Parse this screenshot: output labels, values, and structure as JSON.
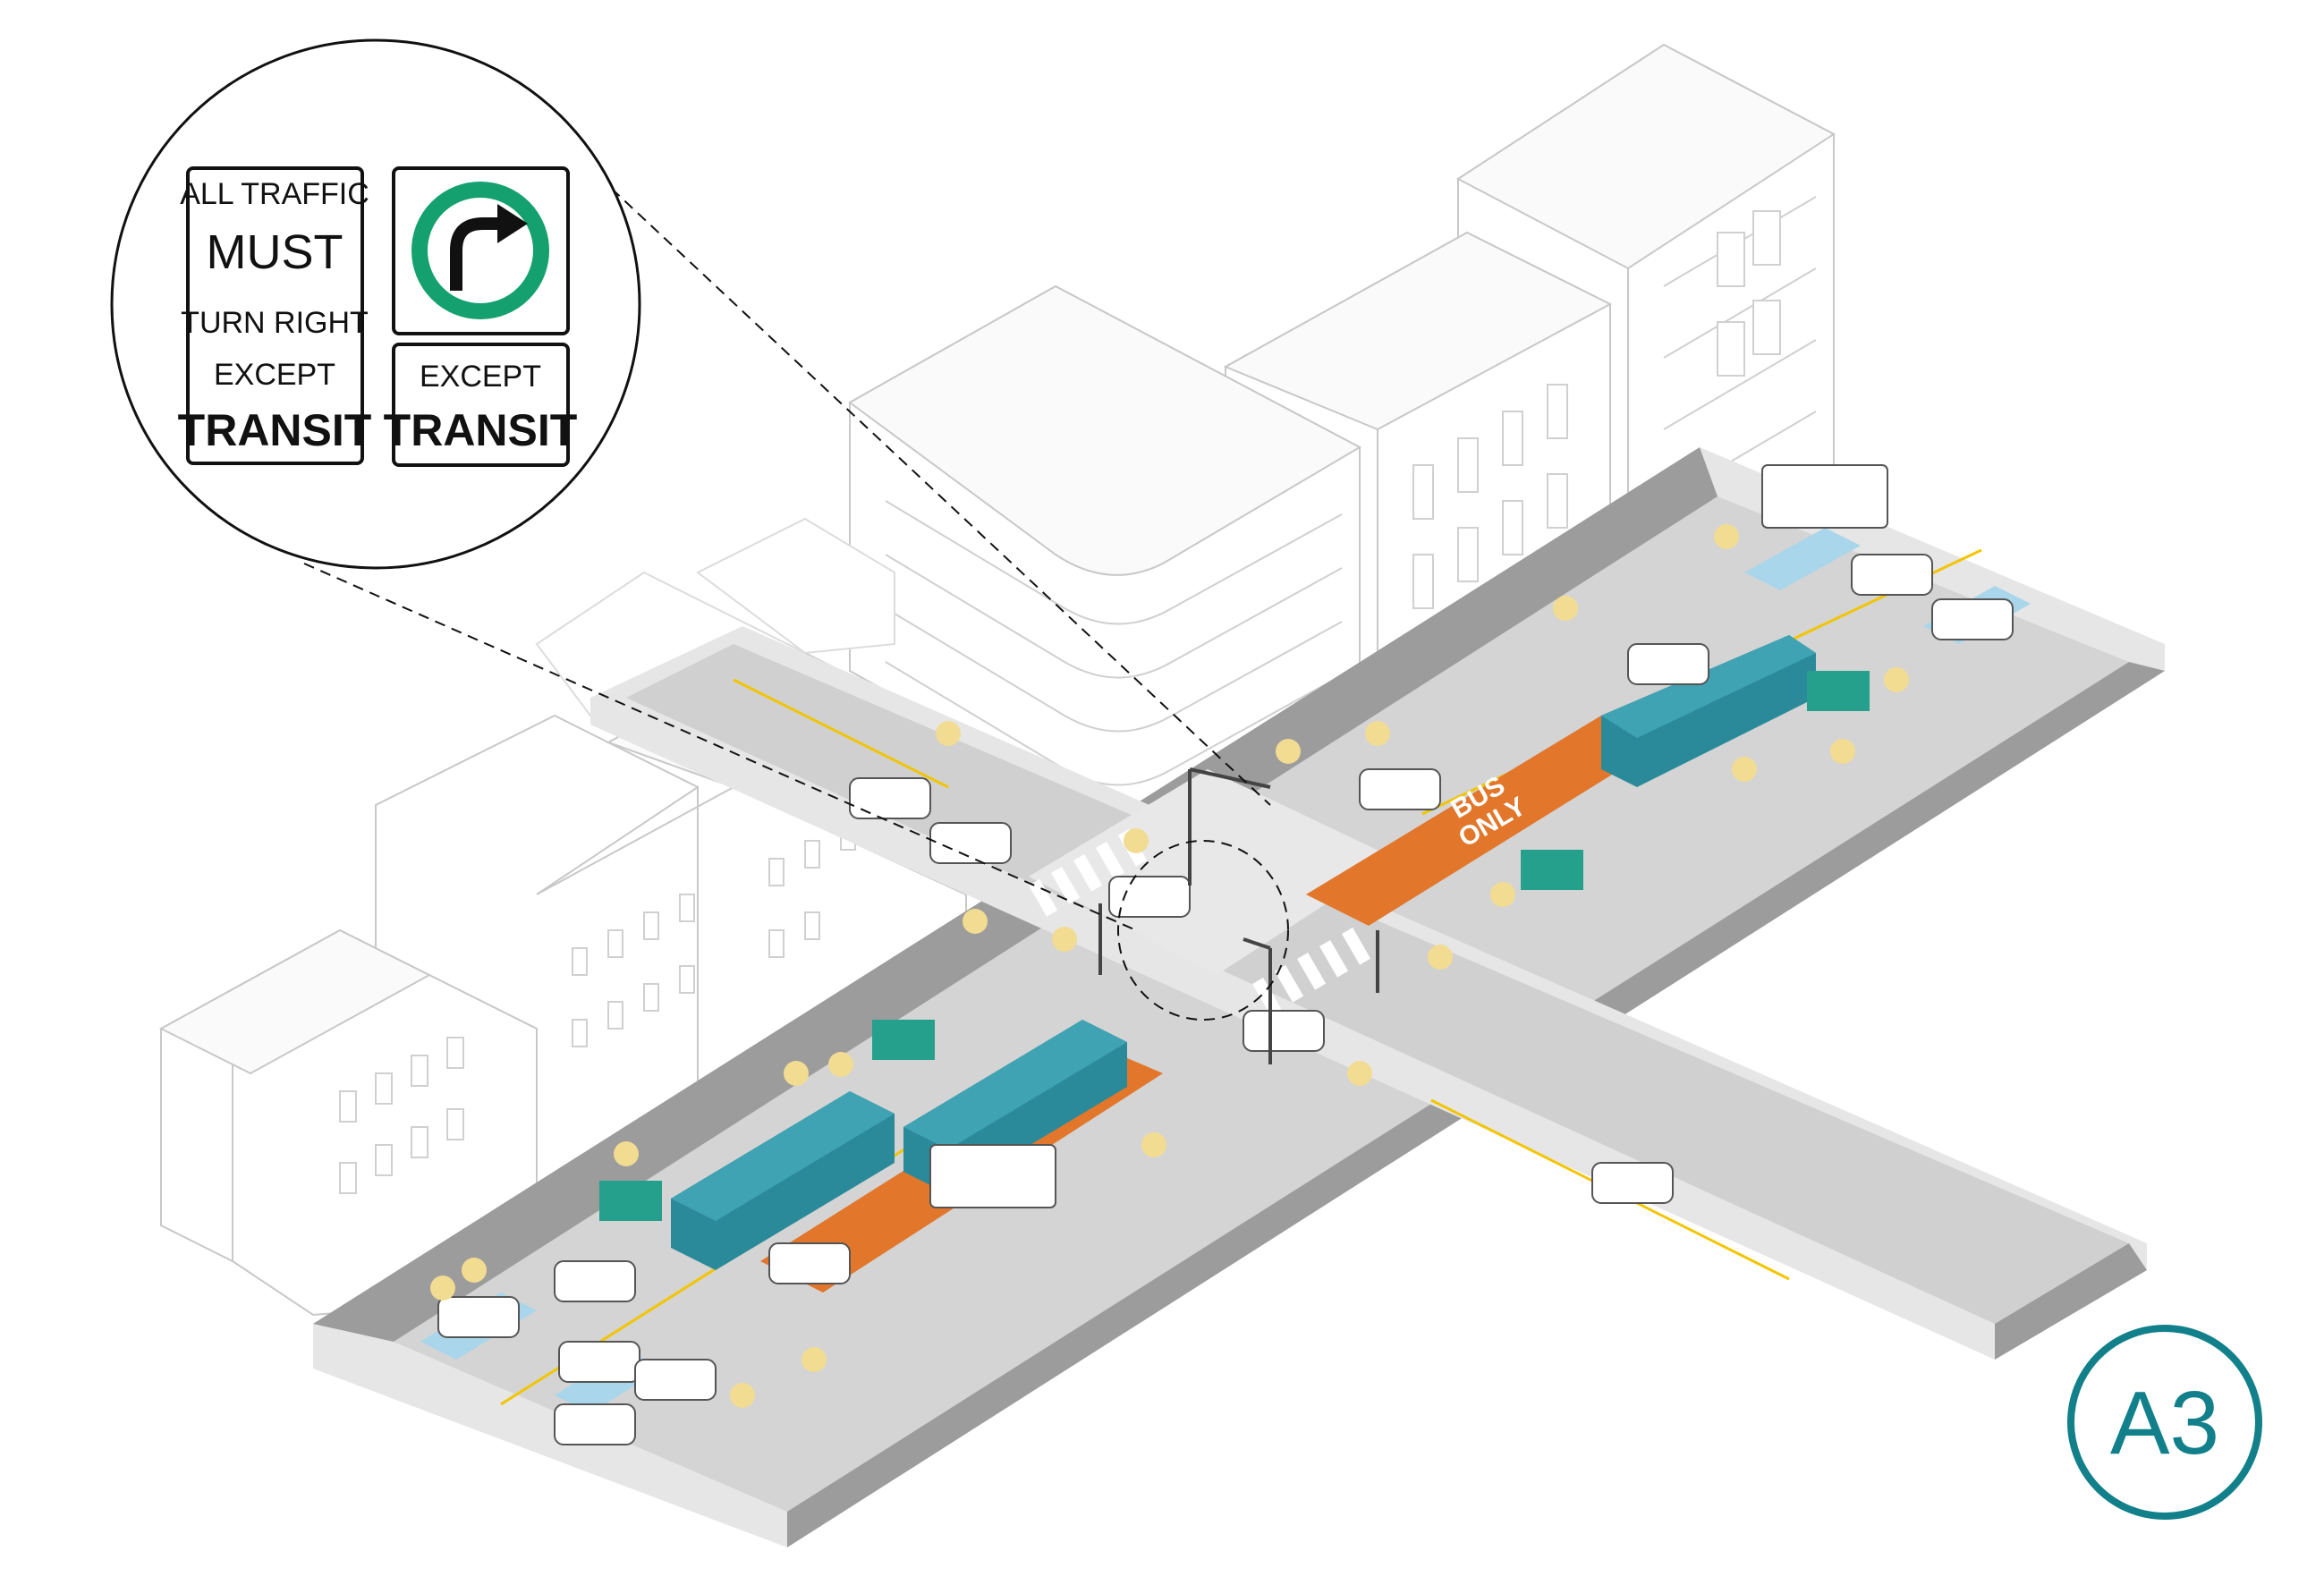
{
  "callout": {
    "sign_left": {
      "line1": "ALL TRAFFIC",
      "line2": "MUST",
      "line3": "TURN RIGHT",
      "line4": "EXCEPT",
      "line5": "TRANSIT"
    },
    "sign_right_icon": "right-turn-arrow-icon",
    "sign_right_plate": {
      "line1": "EXCEPT",
      "line2": "TRANSIT"
    }
  },
  "road_marking": {
    "line1": "BUS",
    "line2": "ONLY"
  },
  "badge": {
    "label": "A3"
  },
  "colors": {
    "road": "#cfcfcf",
    "road_dark": "#9c9c9c",
    "sidewalk": "#e6e6e6",
    "bus_lane": "#e2762b",
    "bus": "#2b8a9a",
    "shelter": "#24a08d",
    "bike_box": "#a9d6ea",
    "center_line": "#f2c500",
    "pedestrian": "#f2dc92",
    "brake_light": "#d93a3a",
    "badge": "#12808a",
    "sign_green": "#14a06f",
    "building_line": "#c8c8c8"
  }
}
